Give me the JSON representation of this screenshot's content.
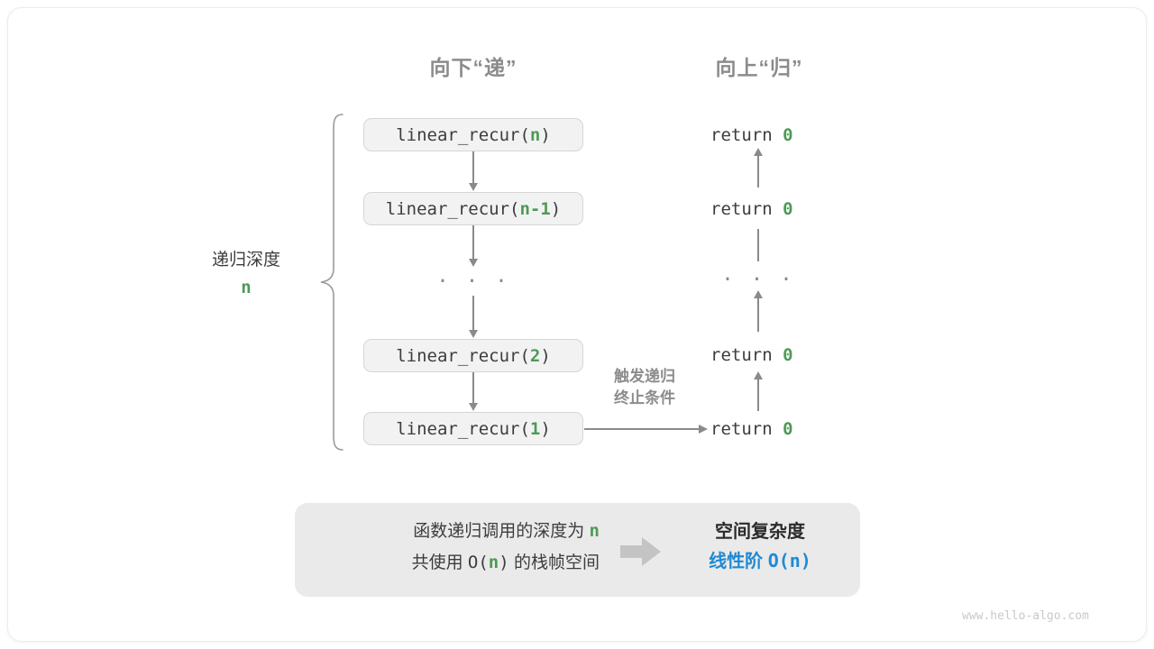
{
  "headings": {
    "down": "向下“递”",
    "up": "向上“归”"
  },
  "depth": {
    "label": "递归深度",
    "value": "n"
  },
  "calls": [
    {
      "prefix": "linear_recur(",
      "arg": "n",
      "suffix": ")"
    },
    {
      "prefix": "linear_recur(",
      "arg": "n-1",
      "suffix": ")"
    },
    {
      "prefix": "linear_recur(",
      "arg": "2",
      "suffix": ")"
    },
    {
      "prefix": "linear_recur(",
      "arg": "1",
      "suffix": ")"
    }
  ],
  "returns": [
    {
      "keyword": "return",
      "value": "0"
    },
    {
      "keyword": "return",
      "value": "0"
    },
    {
      "keyword": "return",
      "value": "0"
    },
    {
      "keyword": "return",
      "value": "0"
    }
  ],
  "ellipsis": "· · ·",
  "trigger": {
    "line1": "触发递归",
    "line2": "终止条件"
  },
  "summary": {
    "left_line1_a": "函数递归调用的深度为",
    "left_line1_n": "n",
    "left_line2_a": "共使用",
    "left_line2_o": "O(",
    "left_line2_n": "n",
    "left_line2_c": ")",
    "left_line2_b": "的栈帧空间",
    "right_title": "空间复杂度",
    "right_value_label": "线性阶",
    "right_value_mono": "O(n)"
  },
  "watermark": "www.hello-algo.com",
  "colors": {
    "accent_green": "#4e9a55",
    "accent_blue": "#1e8ad6",
    "gray_text": "#8c8c8c",
    "dark_text": "#3d3d3d",
    "box_fill": "#f2f2f2",
    "box_border": "#d6d6d6",
    "summary_fill": "#eaeaea",
    "arrow_gray": "#8a8a8a"
  }
}
